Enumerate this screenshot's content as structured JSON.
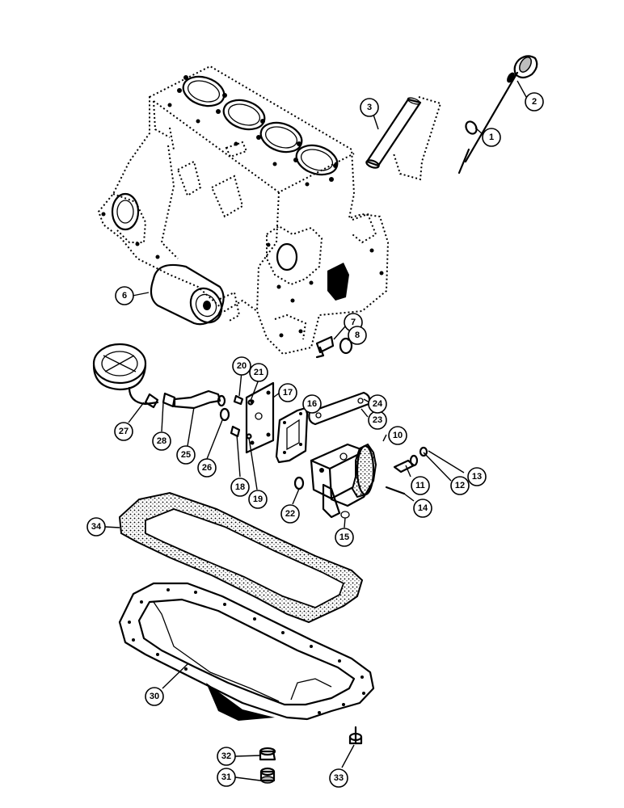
{
  "callouts": [
    {
      "id": "c1",
      "label": "1"
    },
    {
      "id": "c2",
      "label": "2"
    },
    {
      "id": "c3",
      "label": "3"
    },
    {
      "id": "c6",
      "label": "6"
    },
    {
      "id": "c7",
      "label": "7"
    },
    {
      "id": "c8",
      "label": "8"
    },
    {
      "id": "c10",
      "label": "10"
    },
    {
      "id": "c11",
      "label": "11"
    },
    {
      "id": "c12",
      "label": "12"
    },
    {
      "id": "c13",
      "label": "13"
    },
    {
      "id": "c14",
      "label": "14"
    },
    {
      "id": "c15",
      "label": "15"
    },
    {
      "id": "c16",
      "label": "16"
    },
    {
      "id": "c17",
      "label": "17"
    },
    {
      "id": "c18",
      "label": "18"
    },
    {
      "id": "c19",
      "label": "19"
    },
    {
      "id": "c20",
      "label": "20"
    },
    {
      "id": "c21",
      "label": "21"
    },
    {
      "id": "c22",
      "label": "22"
    },
    {
      "id": "c23",
      "label": "23"
    },
    {
      "id": "c24",
      "label": "24"
    },
    {
      "id": "c25",
      "label": "25"
    },
    {
      "id": "c26",
      "label": "26"
    },
    {
      "id": "c27",
      "label": "27"
    },
    {
      "id": "c28",
      "label": "28"
    },
    {
      "id": "c30",
      "label": "30"
    },
    {
      "id": "c31",
      "label": "31"
    },
    {
      "id": "c32",
      "label": "32"
    },
    {
      "id": "c33",
      "label": "33"
    },
    {
      "id": "c34",
      "label": "34"
    }
  ]
}
